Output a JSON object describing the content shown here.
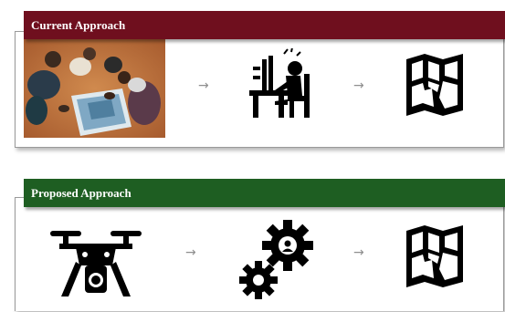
{
  "colors": {
    "current_header": "#6f0f1e",
    "proposed_header": "#1e5e22",
    "icon": "#000000",
    "arrow": "#8f8f8f"
  },
  "current": {
    "title": "Current Approach",
    "steps": [
      "team-photo",
      "person-at-desk-icon",
      "map-icon"
    ],
    "arrow": "→"
  },
  "proposed": {
    "title": "Proposed Approach",
    "steps": [
      "drone-icon",
      "gears-icon",
      "map-icon"
    ],
    "arrow": "→"
  }
}
